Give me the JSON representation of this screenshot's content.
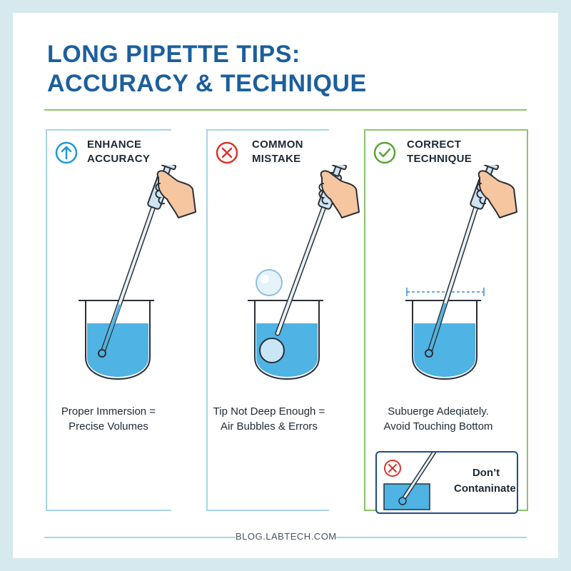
{
  "header": {
    "title_line1": "LONG PIPETTE TIPS:",
    "title_line2": "ACCURACY & TECHNIQUE"
  },
  "panels": [
    {
      "icon": "arrow-up-circle-icon",
      "icon_color": "#1e9ad6",
      "title_line1": "ENHANCE",
      "title_line2": "ACCURACY",
      "caption_line1": "Proper Immersion =",
      "caption_line2": "Precise Volumes"
    },
    {
      "icon": "x-circle-icon",
      "icon_color": "#d9342b",
      "title_line1": "COMMON",
      "title_line2": "MISTAKE",
      "caption_line1": "Tip Not Deep Enough =",
      "caption_line2": "Air Bubbles & Errors"
    },
    {
      "icon": "check-circle-icon",
      "icon_color": "#5aa33a",
      "title_line1": "CORRECT",
      "title_line2": "TECHNIQUE",
      "caption_line1": "Subuerge Adeqiately.",
      "caption_line2": "Avoid Touching Bottom"
    }
  ],
  "warning_box": {
    "icon": "x-circle-icon",
    "text_line1": "Don’t",
    "text_line2": "Contaninate!"
  },
  "footer": {
    "site": "BLOG.LABTECH.COM"
  },
  "colors": {
    "title_blue": "#1c5f9c",
    "liquid_blue": "#4fb3e3",
    "panel_blue_border": "#a9d4ea",
    "panel_green_border": "#8cc46c",
    "background": "#d6e9ef"
  }
}
